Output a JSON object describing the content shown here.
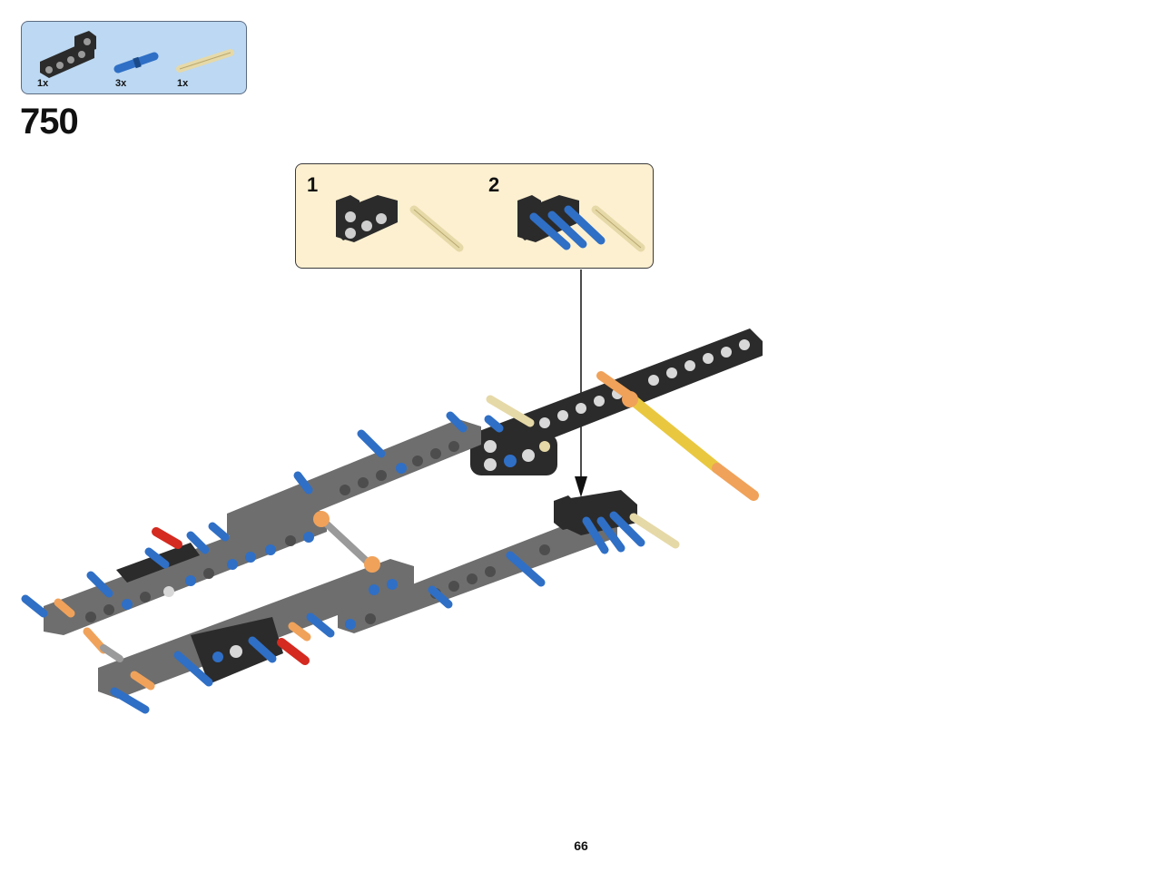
{
  "parts_list": {
    "items": [
      {
        "name": "black-l-beam",
        "qty": "1x"
      },
      {
        "name": "blue-axle-pin",
        "qty": "3x"
      },
      {
        "name": "tan-axle",
        "qty": "1x"
      }
    ]
  },
  "step": {
    "number": "750"
  },
  "callout": {
    "substeps": [
      {
        "label": "1"
      },
      {
        "label": "2"
      }
    ]
  },
  "colors": {
    "parts_bg": "#bcd8f2",
    "callout_bg": "#fdf0d0",
    "beam_black": "#2b2b2b",
    "beam_gray": "#6e6e6e",
    "pin_blue": "#2f6fc6",
    "pin_orange": "#f0a25a",
    "pin_red": "#d42a20",
    "axle_tan": "#e6d9a8",
    "axle_yellow": "#e9c840"
  },
  "page": {
    "number": "66"
  }
}
